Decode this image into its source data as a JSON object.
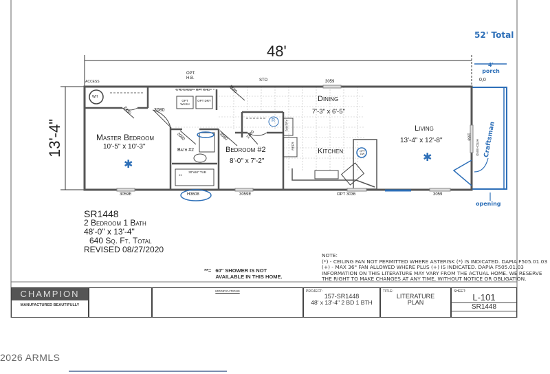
{
  "dimensions": {
    "length": "48'",
    "width": "13'-4\"",
    "total_handwritten": "52' Total",
    "porch_handwritten": "4' porch",
    "origin": "0,0"
  },
  "rooms": {
    "master_bedroom": {
      "name": "Master Bedroom",
      "size": "10'-5\" x 10'-3\""
    },
    "bedroom2": {
      "name": "Bedroom #2",
      "size": "8'-0\" x 7'-2\""
    },
    "bath2": {
      "name": "Bath #2"
    },
    "dining": {
      "name": "Dining",
      "size": "7'-3\" x 6'-5\""
    },
    "kitchen": {
      "name": "Kitchen"
    },
    "living": {
      "name": "Living",
      "size": "13'-4\" x 12'-8\""
    }
  },
  "labels": {
    "access": "ACCESS",
    "wh": "WH",
    "opt_hb": "OPT. H.B.",
    "sto": "STO",
    "sto_shelf": "STO SHELF - OPT OHD",
    "opt_wash": "OPT WASH",
    "opt_dry": "OPT DRY",
    "door_3080a": "3080",
    "door_2480a": "2480",
    "door_3680": "3680",
    "door_3080b": "3080",
    "door_3080c": "3080",
    "door_2480b": "2480",
    "window_3059_top": "3059",
    "window_3059e_1": "3059E",
    "window_3059e_2": "3059E",
    "window_h3608": "H3608",
    "window_opt3036": "OPT 3036",
    "window_3059_bottom": "3059",
    "window_1659": "1659",
    "hitch_end": "HITCH END",
    "tub": "30\"x60\" TUB",
    "tub_mark": "**",
    "pantry": "PANTRY",
    "refr": "REFR",
    "opt_dw": "OPT DW",
    "ref_symbol": "R",
    "craftsman": "Craftsman",
    "opening": "opening"
  },
  "model": {
    "name": "SR1448",
    "beds_baths": "2 Bedroom 1 Bath",
    "size": "48'-0\" x 13'-4\"",
    "sqft": "640 Sq. Ft. Total",
    "revised": "REVISED 08/27/2020"
  },
  "shower_note": {
    "mark": "**=",
    "text1": "60\" SHOWER IS NOT",
    "text2": "AVAILABLE IN THIS HOME."
  },
  "note": {
    "title": "NOTE:",
    "line1": "(*) - CEILING FAN NOT PERMITTED WHERE ASTERISK (*) IS INDICATED. DAPIA F505.01.03",
    "line2": "(+) - MAX 36\" FAN ALLOWED WHERE PLUS (+) IS INDICATED. DAPIA F505.01.03",
    "line3": "INFORMATION ON THIS LITERATURE MAY VARY FROM THE ACTUAL HOME. WE RESERVE",
    "line4": "THE RIGHT TO MAKE CHANGES AT ANY TIME, WITHOUT NOTICE OR OBLIGATION."
  },
  "title_block": {
    "brand": "CHAMPION",
    "tagline": "MANUFACTURED BEAUTIFULLY",
    "modifications_label": "MODIFICATIONS",
    "project_label": "PROJECT:",
    "project_code": "157-SR1448",
    "project_desc": "48' x 13'-4\" 2 BD 1 BTH",
    "title_label": "TITLE:",
    "title_line1": "LITERATURE",
    "title_line2": "PLAN",
    "sheet_label": "SHEET:",
    "sheet_number": "L-101",
    "sheet_model": "SR1448"
  },
  "watermark": "2026 ARMLS",
  "colors": {
    "line": "#444444",
    "annotation_blue": "#2d6fb8"
  }
}
